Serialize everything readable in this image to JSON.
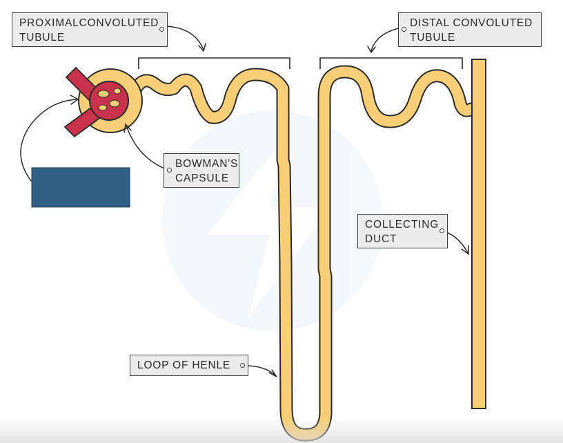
{
  "labels": {
    "pct": [
      "PROXIMAL",
      "CONVOLUTED",
      "TUBULE"
    ],
    "dct": [
      "DISTAL",
      "CONVOLUTED",
      "TUBULE"
    ],
    "bowman": [
      "BOWMAN'S",
      "CAPSULE"
    ],
    "collecting": [
      "COLLECTING",
      "DUCT"
    ],
    "loop": "LOOP OF HENLE"
  },
  "colors": {
    "tubule_fill": "#f8cf78",
    "outline": "#2b2b2b",
    "glomerulus": "#c8324a",
    "hidden_label_box": "#2e5f82",
    "label_bg": "#ececec"
  }
}
